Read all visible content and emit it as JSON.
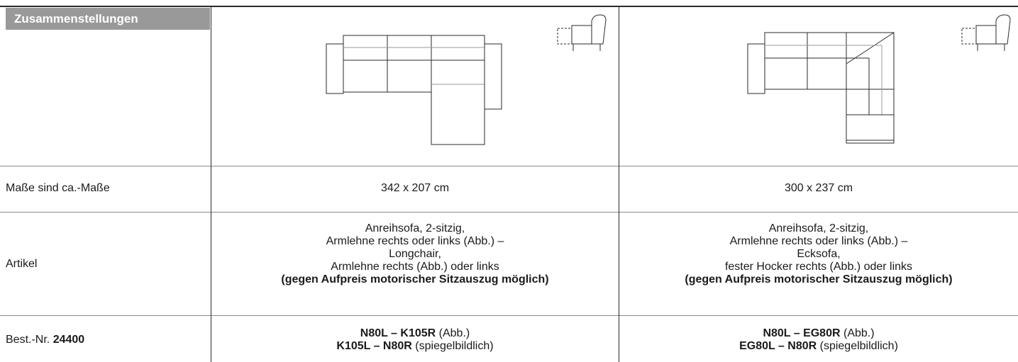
{
  "table": {
    "header": "Zusammenstellungen",
    "rows": {
      "masse": {
        "label": "Maße sind ca.-Maße",
        "col1": "342 x 207 cm",
        "col2": "300 x 237 cm"
      },
      "artikel": {
        "label": "Artikel",
        "col1": {
          "l1": "Anreihsofa, 2-sitzig,",
          "l2": "Armlehne rechts oder links (Abb.) –",
          "l3": "Longchair,",
          "l4": "Armlehne rechts (Abb.) oder links",
          "l5": "(gegen Aufpreis motorischer Sitzauszug möglich)"
        },
        "col2": {
          "l1": "Anreihsofa, 2-sitzig,",
          "l2": "Armlehne rechts oder links (Abb.) –",
          "l3": "Ecksofa,",
          "l4": "fester Hocker rechts (Abb.) oder links",
          "l5": "(gegen Aufpreis motorischer Sitzauszug möglich)"
        }
      },
      "bestnr": {
        "label_prefix": "Best.-Nr.",
        "label_number": "24400",
        "col1": {
          "line1_code": "N80L – K105R",
          "line1_note": "(Abb.)",
          "line2_code": "K105L – N80R",
          "line2_note": "(spiegelbildlich)"
        },
        "col2": {
          "line1_code": "N80L – EG80R",
          "line1_note": "(Abb.)",
          "line2_code": "EG80L – N80R",
          "line2_note": "(spiegelbildlich)"
        }
      }
    },
    "icons": [
      "recliner-motor-icon",
      "sofa-longchair-drawing",
      "sofa-corner-drawing"
    ]
  }
}
